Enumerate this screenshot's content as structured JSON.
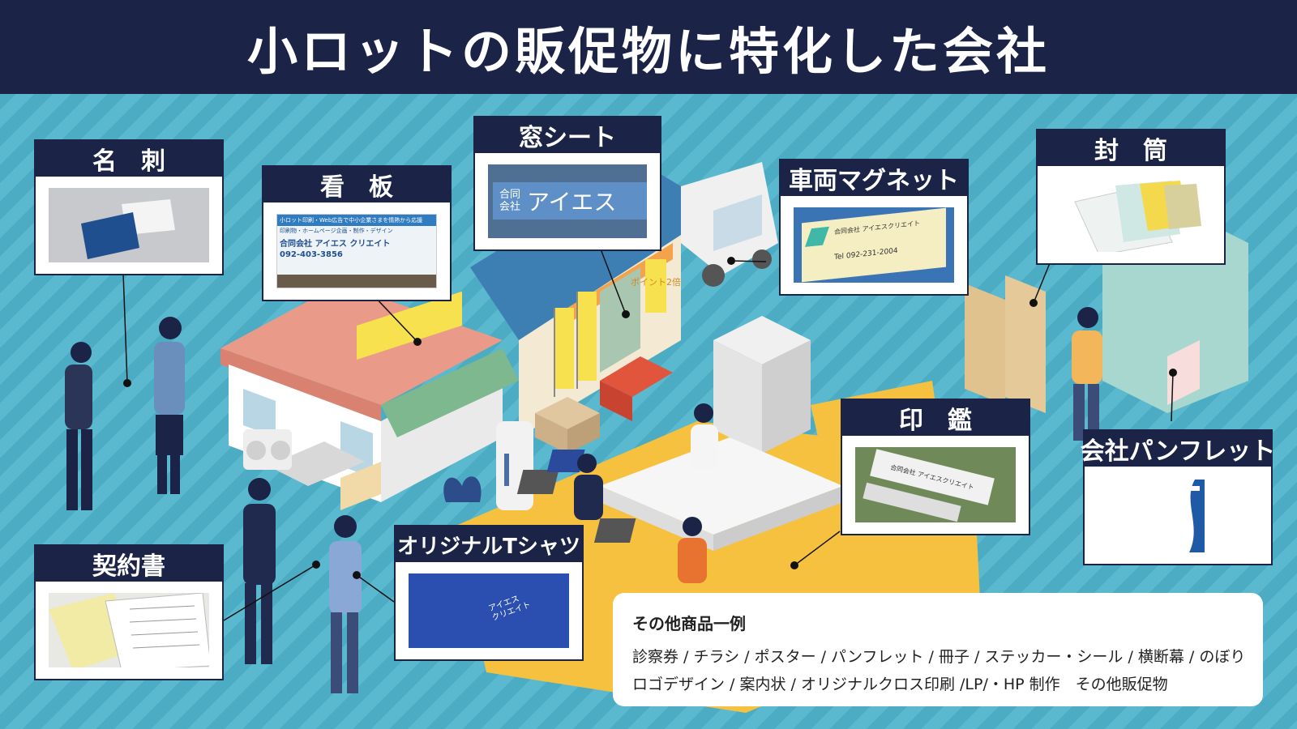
{
  "header": {
    "title": "小ロットの販促物に特化した会社"
  },
  "cards": {
    "meishi": {
      "label": "名　刺"
    },
    "kanban": {
      "label": "看　板",
      "sign_line1": "小ロット印刷・Web広告で中小企業さまを情熱から応援",
      "sign_line2": "印刷物・ホームページ企画・制作・デザイン",
      "sign_company": "合同会社 アイエス クリエイト",
      "sign_phone": "092-403-3856"
    },
    "window": {
      "label": "窓シート",
      "sheet_text_small": "合同\n会社",
      "sheet_text_large": "アイエス"
    },
    "magnet": {
      "label": "車両マグネット",
      "company": "合同会社 アイエスクリエイト",
      "tel": "Tel 092-231-2004"
    },
    "envelope": {
      "label": "封　筒"
    },
    "stamp": {
      "label": "印　鑑",
      "stamp_text": "合同会社 アイエスクリエイト"
    },
    "pamphlet": {
      "label": "会社パンフレット"
    },
    "contract": {
      "label": "契約書"
    },
    "tshirt": {
      "label": "オリジナルTシャツ",
      "print_text": "アイエス\nクリエイト"
    }
  },
  "scene": {
    "banner_text": "ポイント2倍"
  },
  "others": {
    "title": "その他商品一例",
    "line1": "診察券 / チラシ / ポスター / パンフレット / 冊子 / ステッカー・シール / 横断幕 / のぼり",
    "line2": "ロゴデザイン / 案内状 / オリジナルクロス印刷 /LP/・HP 制作　その他販促物"
  },
  "colors": {
    "navy": "#1b2447",
    "background_teal": "#5bb9cf",
    "floor_yellow": "#f5c13f",
    "accent_yellow": "#f7e14f"
  }
}
